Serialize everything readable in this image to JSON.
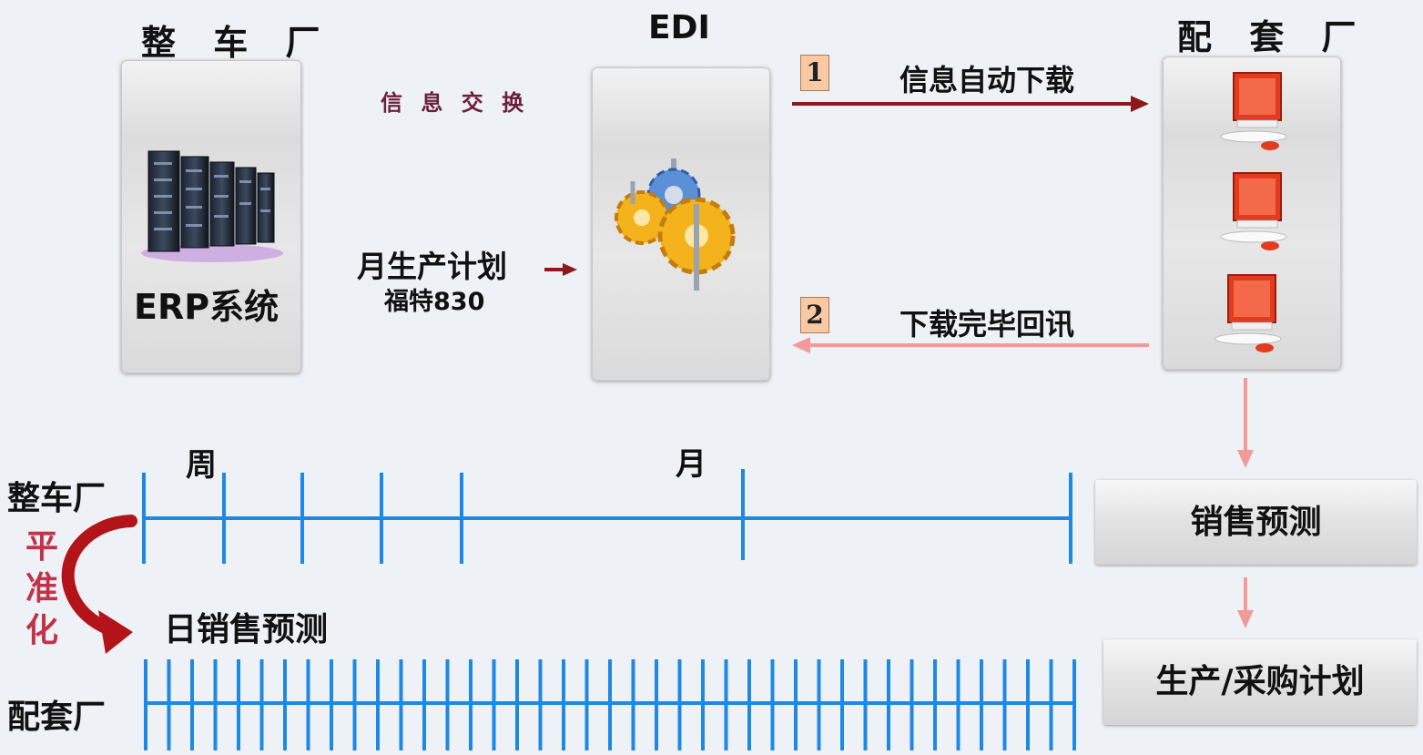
{
  "header": {
    "left_title": "整 车 厂",
    "center_title": "EDI",
    "right_title": "配 套 厂"
  },
  "erp": {
    "label": "ERP系统",
    "icon": "server-rack-icon"
  },
  "edi": {
    "icon": "gears-icon"
  },
  "supplier": {
    "icon": "computer-workstation-icon"
  },
  "flow": {
    "exchange_label": "信 息 交 换",
    "monthly_plan": "月生产计划",
    "ford_code": "福特830",
    "step1_badge": "1",
    "step1_label": "信息自动下载",
    "step2_badge": "2",
    "step2_label": "下载完毕回讯"
  },
  "timeline": {
    "oem_label": "整车厂",
    "week_label": "周",
    "month_label": "月",
    "leveling_label": "平准化",
    "daily_forecast": "日销售预测",
    "supplier_label": "配套厂"
  },
  "outputs": {
    "sales_forecast": "销售预测",
    "production_plan": "生产/采购计划"
  },
  "colors": {
    "timeline_blue": "#1e88e5",
    "dark_red": "#8b1a1a",
    "pink": "#f29a9a",
    "badge_fill": "#f9c9a3"
  }
}
